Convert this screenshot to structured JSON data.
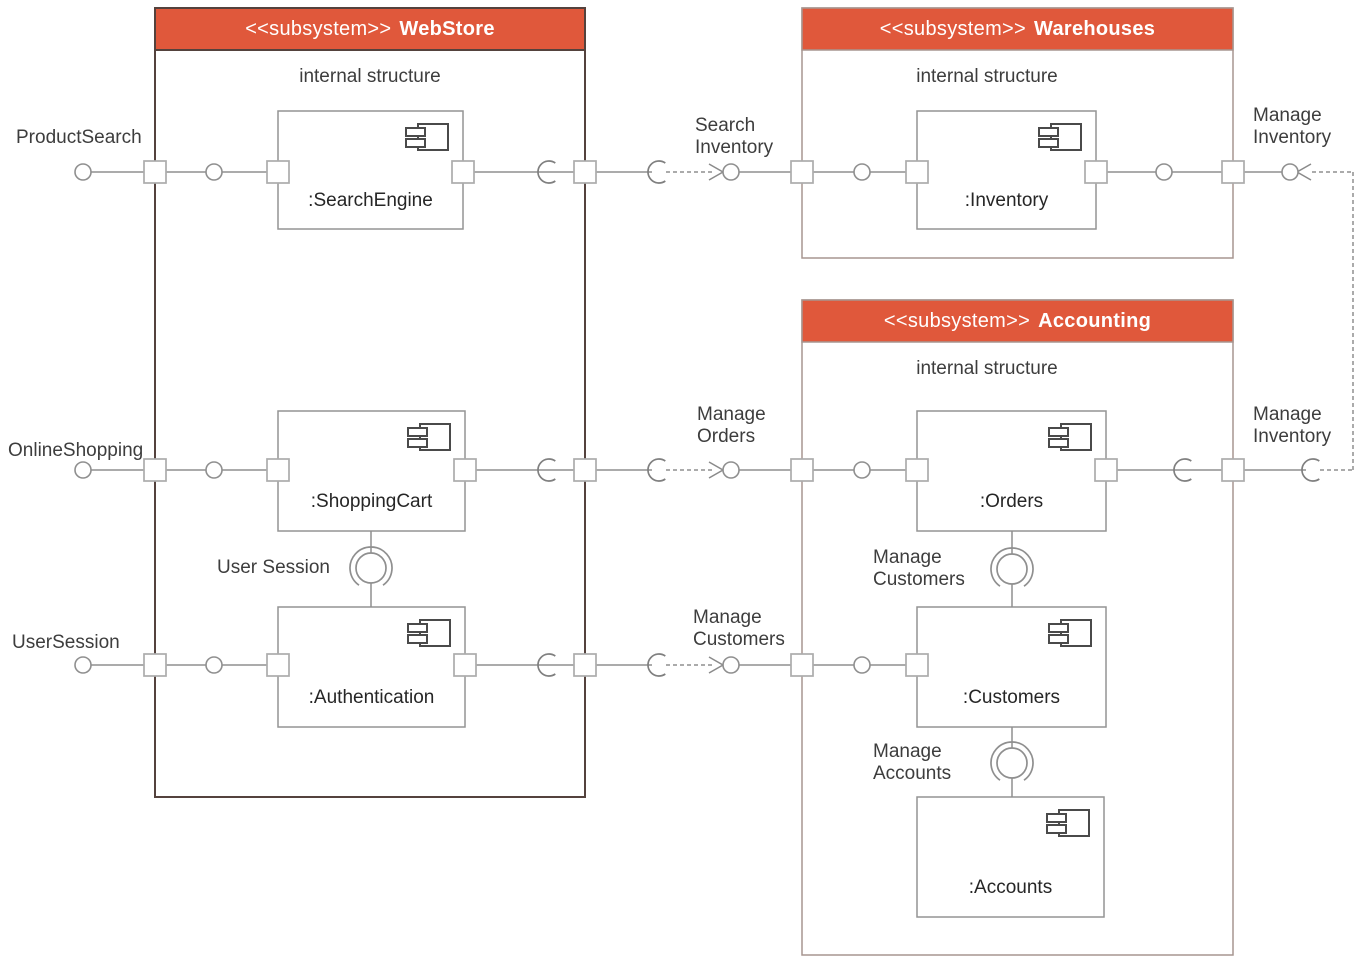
{
  "diagram": {
    "kind": "uml-component-diagram"
  },
  "colors": {
    "subsystem_header_bg": "#E0583B",
    "subsystem_header_text": "#FFFFFF",
    "webstore_border": "#54423D",
    "subsystem_border": "#A79690",
    "connector_line": "#8F8F8F",
    "component_border": "#949494",
    "component_icon_stroke": "#4A4A4A",
    "label_text": "#3D3D3D"
  },
  "icons": {
    "component_icon": "uml-component-glyph",
    "provided_interface_icon": "ball",
    "required_interface_icon": "socket",
    "port_icon": "square-port",
    "dependency_arrow_icon": "open-arrowhead"
  },
  "subsystems": {
    "webstore": {
      "stereotype": "<<subsystem>>",
      "name": "WebStore",
      "internal_label": "internal structure"
    },
    "warehouses": {
      "stereotype": "<<subsystem>>",
      "name": "Warehouses",
      "internal_label": "internal structure"
    },
    "accounting": {
      "stereotype": "<<subsystem>>",
      "name": "Accounting",
      "internal_label": "internal structure"
    }
  },
  "components": {
    "search_engine": {
      "label": ":SearchEngine"
    },
    "shopping_cart": {
      "label": ":ShoppingCart"
    },
    "authentication": {
      "label": ":Authentication"
    },
    "inventory": {
      "label": ":Inventory"
    },
    "orders": {
      "label": ":Orders"
    },
    "customers": {
      "label": ":Customers"
    },
    "accounts": {
      "label": ":Accounts"
    }
  },
  "external_interfaces": {
    "product_search": "ProductSearch",
    "online_shopping": "OnlineShopping",
    "user_session": "UserSession"
  },
  "connector_labels": {
    "search_inventory": "Search\nInventory",
    "manage_orders": "Manage\nOrders",
    "manage_customers": "Manage\nCustomers",
    "manage_inventory_warehouses": "Manage\nInventory",
    "manage_inventory_accounting": "Manage\nInventory"
  },
  "internal_interfaces": {
    "user_session": "User Session",
    "manage_customers": "Manage\nCustomers",
    "manage_accounts": "Manage\nAccounts"
  }
}
